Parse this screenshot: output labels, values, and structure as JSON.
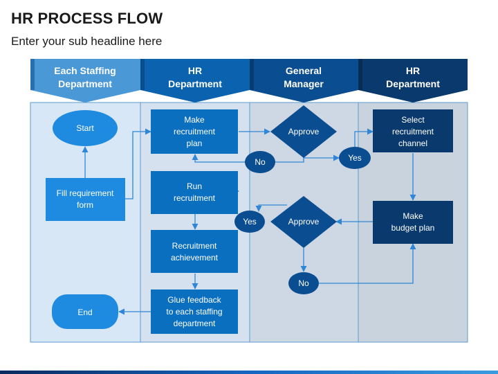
{
  "title": "HR PROCESS FLOW",
  "subtitle": "Enter your sub headline here",
  "lanes": [
    {
      "line1": "Each Staffing",
      "line2": "Department",
      "header_color": "#4a98d6",
      "body_color": "#d7e7f6"
    },
    {
      "line1": "HR",
      "line2": "Department",
      "header_color": "#0b63b0",
      "body_color": "#d5e1ee"
    },
    {
      "line1": "General",
      "line2": "Manager",
      "header_color": "#0a4d91",
      "body_color": "#cdd8e4"
    },
    {
      "line1": "HR",
      "line2": "Department",
      "header_color": "#0a3a6d",
      "body_color": "#c9d3dd"
    }
  ],
  "nodes": {
    "start": {
      "lines": [
        "Start"
      ]
    },
    "fill_form": {
      "lines": [
        "Fill requirement",
        "form"
      ]
    },
    "end": {
      "lines": [
        "End"
      ]
    },
    "make_plan": {
      "lines": [
        "Make",
        "recruitment",
        "plan"
      ]
    },
    "run_recruitment": {
      "lines": [
        "Run",
        "recruitment"
      ]
    },
    "achievement": {
      "lines": [
        "Recruitment",
        "achievement"
      ]
    },
    "feedback": {
      "lines": [
        "Glue feedback",
        "to each staffing",
        "department"
      ]
    },
    "approve_1": {
      "lines": [
        "Approve"
      ]
    },
    "approve_2": {
      "lines": [
        "Approve"
      ]
    },
    "no_1": {
      "lines": [
        "No"
      ]
    },
    "yes_1": {
      "lines": [
        "Yes"
      ]
    },
    "yes_2": {
      "lines": [
        "Yes"
      ]
    },
    "no_2": {
      "lines": [
        "No"
      ]
    },
    "select_channel": {
      "lines": [
        "Select",
        "recruitment",
        "channel"
      ]
    },
    "budget_plan": {
      "lines": [
        "Make",
        "budget plan"
      ]
    }
  },
  "colors": {
    "accent": "#0b63b0",
    "light_node": "#1f8be0",
    "mid_node": "#0b6fc0",
    "dark_node": "#0a4d91",
    "darkest_node": "#0a3a6d",
    "arrow": "#2f86d6",
    "node_text": "#ffffff",
    "title_text": "#1a1a1a"
  }
}
